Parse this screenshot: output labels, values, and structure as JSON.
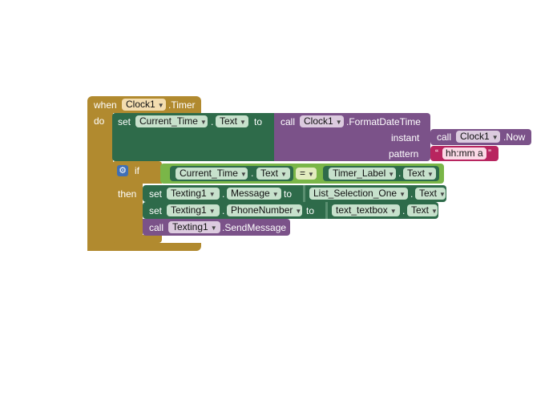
{
  "event": {
    "when_label": "when",
    "component": "Clock1",
    "event_name": ".Timer",
    "do_label": "do"
  },
  "set_time": {
    "set_label": "set",
    "component": "Current_Time",
    "dot": ".",
    "property": "Text",
    "to_label": "to"
  },
  "format_call": {
    "call_label": "call",
    "component": "Clock1",
    "method": ".FormatDateTime",
    "instant_label": "instant",
    "pattern_label": "pattern"
  },
  "now_call": {
    "call_label": "call",
    "component": "Clock1",
    "method": ".Now"
  },
  "pattern_string": {
    "open_quote": "“",
    "value": "hh:mm a",
    "close_quote": "”"
  },
  "if_block": {
    "if_label": "if",
    "then_label": "then"
  },
  "compare": {
    "left_component": "Current_Time",
    "left_dot": ".",
    "left_property": "Text",
    "operator": "=",
    "right_component": "Timer_Label",
    "right_dot": ".",
    "right_property": "Text"
  },
  "set_message": {
    "set_label": "set",
    "component": "Texting1",
    "dot": ".",
    "property": "Message",
    "to_label": "to",
    "value_component": "List_Selection_One",
    "value_dot": ".",
    "value_property": "Text"
  },
  "set_phone": {
    "set_label": "set",
    "component": "Texting1",
    "dot": ".",
    "property": "PhoneNumber",
    "to_label": "to",
    "value_component": "text_textbox",
    "value_dot": ".",
    "value_property": "Text"
  },
  "send_call": {
    "call_label": "call",
    "component": "Texting1",
    "method": ".SendMessage"
  },
  "colors": {
    "event_gold": "#b18a2f",
    "setter_green": "#2e6b4a",
    "method_purple": "#7b5289",
    "string_pink": "#b8255f",
    "control_gold": "#b18a2f",
    "logic_green": "#7ab648"
  }
}
